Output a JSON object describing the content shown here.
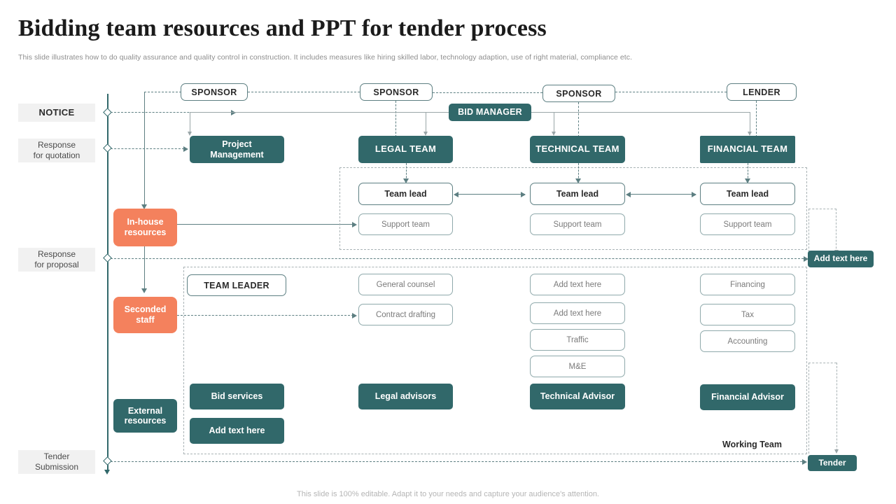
{
  "header": {
    "title": "Bidding team resources and PPT for tender process",
    "subtitle": "This slide illustrates how to do quality assurance and quality control in construction. It includes measures like hiring skilled labor, technology adaption, use  of right material, compliance etc."
  },
  "footer": {
    "note": "This slide is 100% editable. Adapt it to your needs and capture your audience's attention."
  },
  "colors": {
    "teal": "#31686A",
    "orange": "#F4815D",
    "stage_label_bg": "#f1f1f1",
    "line": "#5d7f82",
    "line_gray": "#9aa6a8"
  },
  "stages": [
    {
      "label": "NOTICE"
    },
    {
      "label": "Response\nfor quotation",
      "line1": "Response",
      "line2": "for quotation"
    },
    {
      "label": "Response\nfor proposal",
      "line1": "Response",
      "line2": "for proposal"
    },
    {
      "label": "Tender\nSubmission",
      "line1": "Tender",
      "line2": "Submission"
    }
  ],
  "top_row": {
    "sponsors": [
      {
        "label": "SPONSOR"
      },
      {
        "label": "SPONSOR"
      },
      {
        "label": "SPONSOR"
      },
      {
        "label": "LENDER"
      }
    ],
    "bid_manager": "BID MANAGER"
  },
  "team_row": {
    "boxes": [
      {
        "line1": "Project",
        "line2": "Management"
      },
      {
        "label": "LEGAL  TEAM"
      },
      {
        "label": "TECHNICAL  TEAM"
      },
      {
        "label": "FINANCIAL  TEAM"
      }
    ]
  },
  "resources": [
    {
      "line1": "In-house",
      "line2": "resources",
      "style": "orange"
    },
    {
      "line1": "Seconded",
      "line2": "staff",
      "style": "orange"
    },
    {
      "line1": "External",
      "line2": "resources",
      "style": "teal"
    }
  ],
  "leads": {
    "team_lead": "Team lead",
    "support_team": "Support team",
    "columns": [
      {
        "lead": "Team lead",
        "support": "Support team"
      },
      {
        "lead": "Team lead",
        "support": "Support team"
      },
      {
        "lead": "Team lead",
        "support": "Support team"
      }
    ]
  },
  "roles": {
    "col1": [
      {
        "label": "TEAM LEADER",
        "bold": true
      }
    ],
    "col2": [
      {
        "label": "General counsel"
      },
      {
        "label": "Contract drafting"
      }
    ],
    "col3": [
      {
        "label": "Add text here"
      },
      {
        "label": "Add text here"
      },
      {
        "label": "Traffic"
      },
      {
        "label": "M&E"
      }
    ],
    "col4": [
      {
        "label": "Financing"
      },
      {
        "label": "Tax"
      },
      {
        "label": "Accounting"
      }
    ]
  },
  "advisors": {
    "col1": [
      {
        "label": "Bid services"
      },
      {
        "label": "Add  text here"
      }
    ],
    "col2": [
      {
        "label": "Legal advisors"
      }
    ],
    "col3": [
      {
        "label": "Technical Advisor"
      }
    ],
    "col4": [
      {
        "label": "Financial Advisor"
      }
    ],
    "group_label": "Working Team"
  },
  "outputs": [
    {
      "label": "Add  text here"
    },
    {
      "label": "Tender"
    }
  ]
}
